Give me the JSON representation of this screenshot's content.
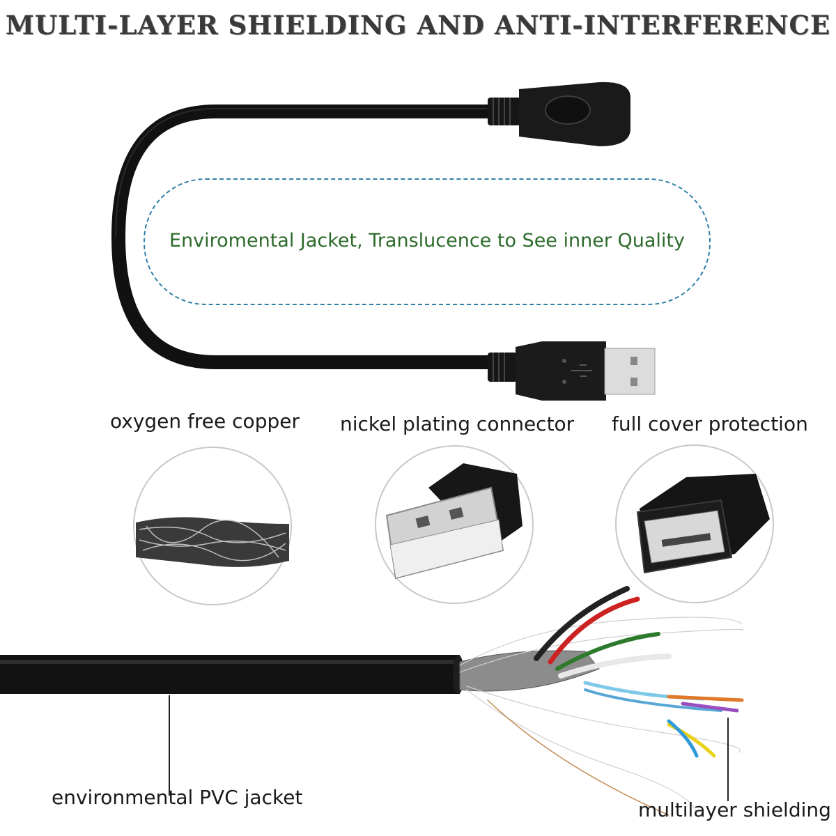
{
  "headline": "MULTI-LAYER SHIELDING AND ANTI-INTERFERENCE",
  "callout": "Enviromental Jacket, Translucence to See inner Quality",
  "features": [
    {
      "label": "oxygen free copper",
      "icon": "copper-wire-icon"
    },
    {
      "label": "nickel plating connector",
      "icon": "usb-a-male-icon"
    },
    {
      "label": "full cover protection",
      "icon": "usb-a-female-icon"
    }
  ],
  "annotations": {
    "jacket": "environmental PVC jacket",
    "shielding": "multilayer shielding"
  },
  "colors": {
    "headline": "#3a3a3a",
    "callout_border": "#2f7fa6",
    "callout_text": "#2c6b2a",
    "cable": "#121212"
  }
}
